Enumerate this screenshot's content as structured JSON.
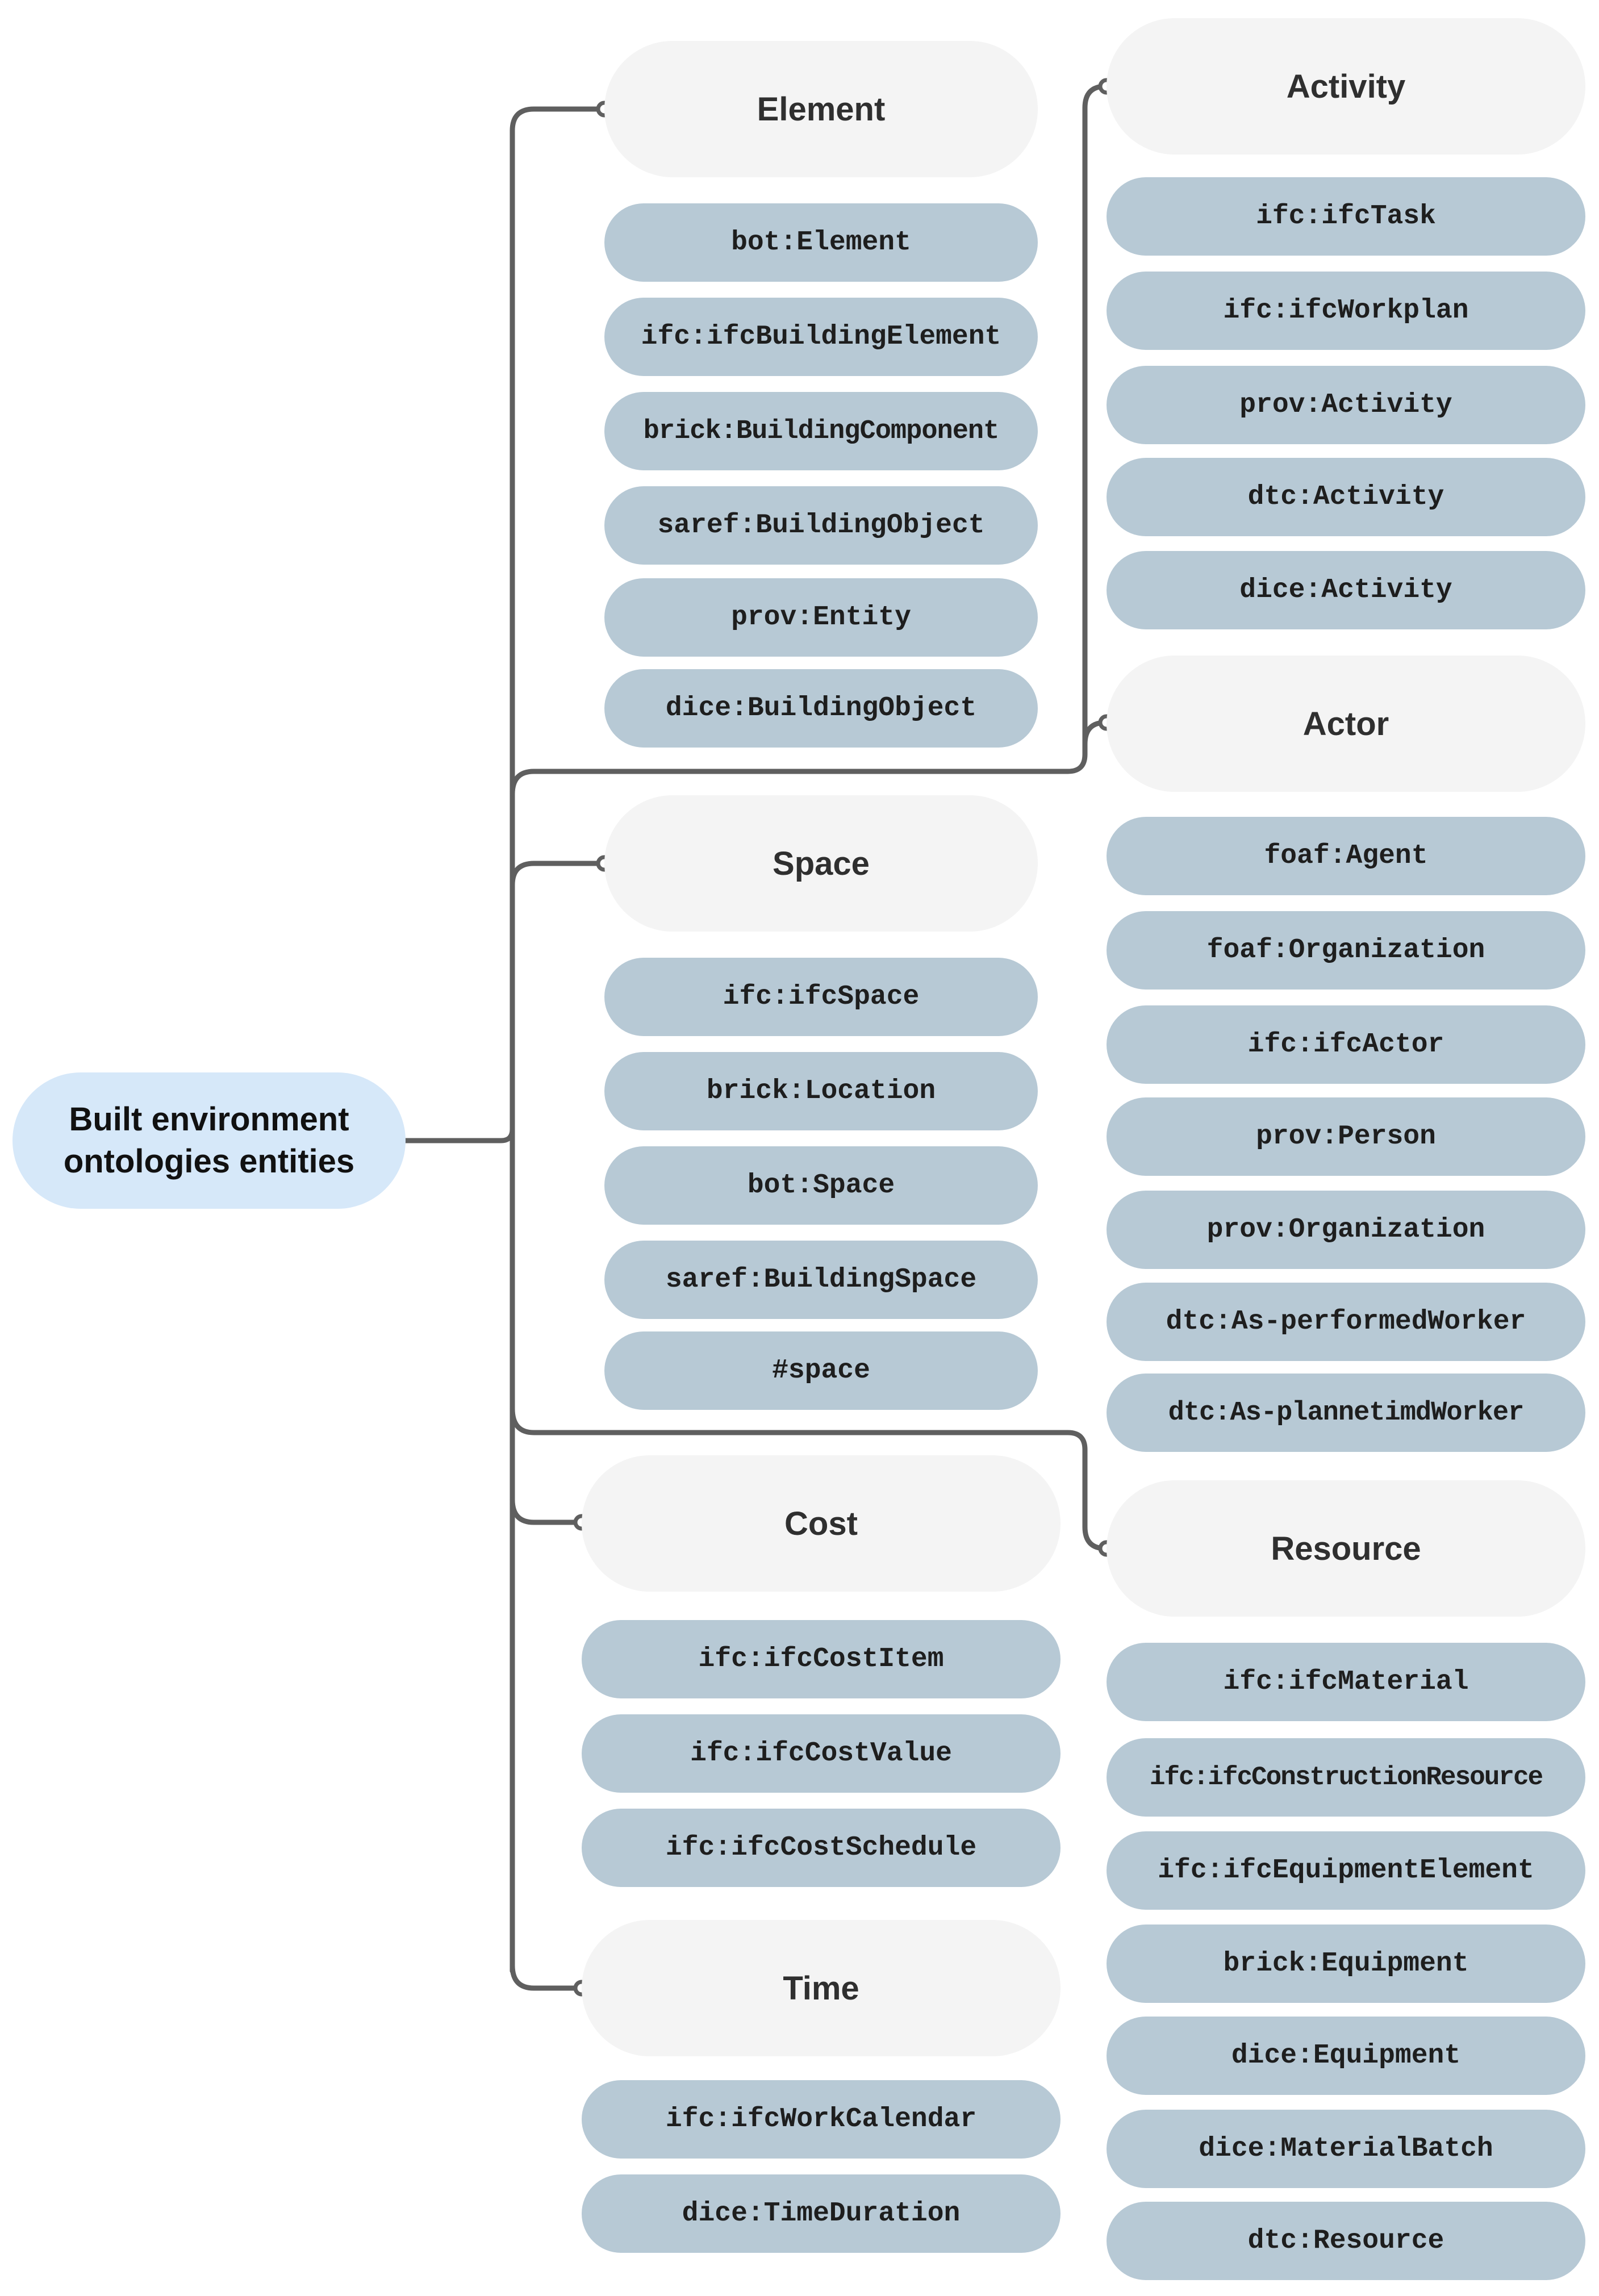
{
  "root": {
    "label": "Built environment\nontologies entities"
  },
  "categories": [
    {
      "key": "element",
      "label": "Element",
      "items": [
        "bot:Element",
        "ifc:ifcBuildingElement",
        "brick:BuildingComponent",
        "saref:BuildingObject",
        "prov:Entity",
        "dice:BuildingObject"
      ]
    },
    {
      "key": "space",
      "label": "Space",
      "items": [
        "ifc:ifcSpace",
        "brick:Location",
        "bot:Space",
        "saref:BuildingSpace",
        "#space"
      ]
    },
    {
      "key": "cost",
      "label": "Cost",
      "items": [
        "ifc:ifcCostItem",
        "ifc:ifcCostValue",
        "ifc:ifcCostSchedule"
      ]
    },
    {
      "key": "time",
      "label": "Time",
      "items": [
        "ifc:ifcWorkCalendar",
        "dice:TimeDuration"
      ]
    },
    {
      "key": "activity",
      "label": "Activity",
      "items": [
        "ifc:ifcTask",
        "ifc:ifcWorkplan",
        "prov:Activity",
        "dtc:Activity",
        "dice:Activity"
      ]
    },
    {
      "key": "actor",
      "label": "Actor",
      "items": [
        "foaf:Agent",
        "foaf:Organization",
        "ifc:ifcActor",
        "prov:Person",
        "prov:Organization",
        "dtc:As-performedWorker",
        "dtc:As-plannetimdWorker"
      ]
    },
    {
      "key": "resource",
      "label": "Resource",
      "items": [
        "ifc:ifcMaterial",
        "ifc:ifcConstructionResource",
        "ifc:ifcEquipmentElement",
        "brick:Equipment",
        "dice:Equipment",
        "dice:MaterialBatch",
        "dtc:Resource"
      ]
    }
  ]
}
